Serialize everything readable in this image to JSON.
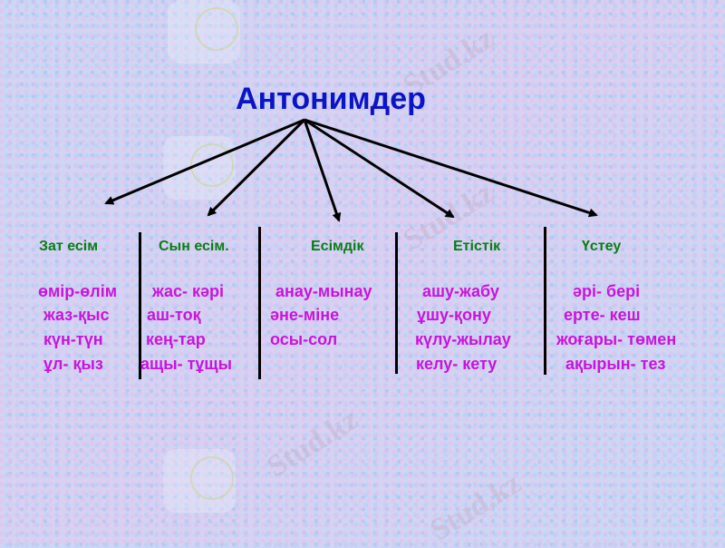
{
  "title": "Антонимдер",
  "watermark_text": "Stud.kz",
  "colors": {
    "title": "#0a14c8",
    "header": "#0a7d14",
    "word": "#c814dc",
    "lines": "#000000"
  },
  "columns": [
    {
      "header": "Зат есім",
      "items": [
        "өмір-өлім",
        "жаз-қыс",
        "күн-түн",
        "ұл- қыз"
      ]
    },
    {
      "header": "Сын есім.",
      "items": [
        "жас- кәрі",
        "аш-тоқ",
        "кең-тар",
        "ащы- тұщы"
      ]
    },
    {
      "header": "Есімдік",
      "items": [
        "анау-мынау",
        "әне-міне",
        "осы-сол"
      ]
    },
    {
      "header": "Етістік",
      "items": [
        "ашу-жабу",
        "ұшу-қону",
        "күлу-жылау",
        "келу- кету"
      ]
    },
    {
      "header": "Үстеу",
      "items": [
        "әрі- бері",
        "ерте- кеш",
        "жоғары- төмен",
        "ақырын- тез"
      ]
    }
  ]
}
